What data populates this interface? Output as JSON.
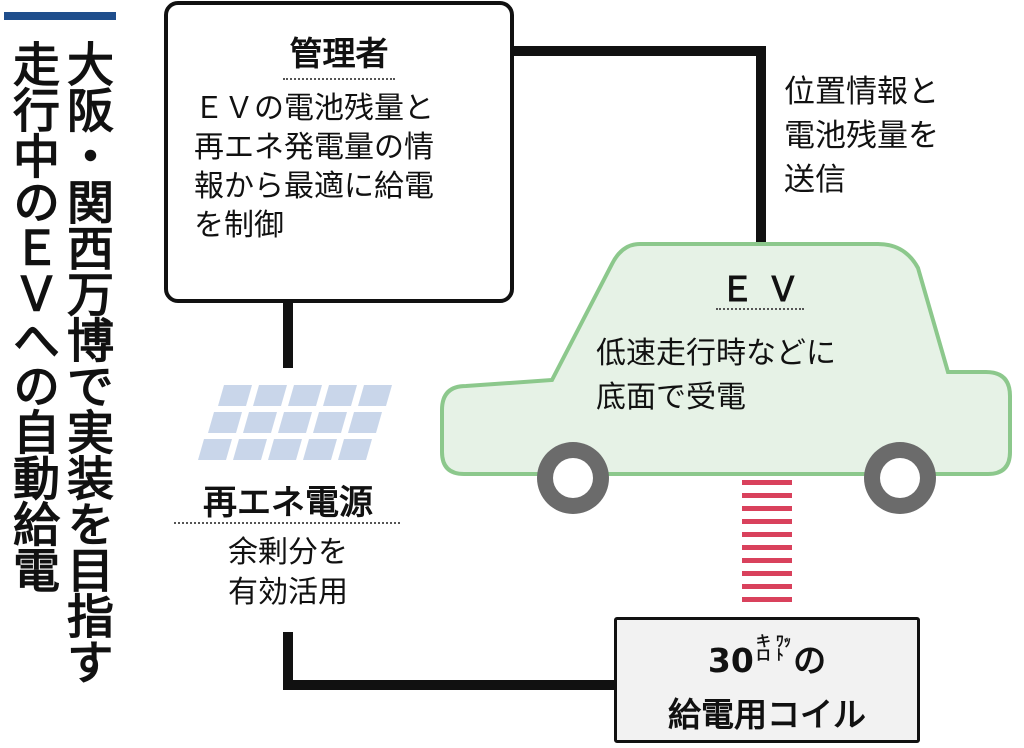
{
  "headline": {
    "column_right": "大阪・関西万博で実装を目指す",
    "column_left": "走行中のＥＶへの自動給電"
  },
  "manager": {
    "title": "管理者",
    "lines": [
      "ＥＶの電池残量と",
      "再エネ発電量の情",
      "報から最適に給電",
      "を制御"
    ]
  },
  "transmit": {
    "lines": [
      "位置情報と",
      "電池残量を",
      "送信"
    ]
  },
  "ev": {
    "title": "Ｅ Ｖ",
    "lines": [
      "低速走行時などに",
      "底面で受電"
    ]
  },
  "renewable": {
    "title": "再エネ電源",
    "lines": [
      "余剰分を",
      "有効活用"
    ]
  },
  "coil": {
    "number": "30",
    "unit_top": "キ ﾜｯ",
    "unit_bottom": "ロ ﾄ",
    "suffix": "の",
    "line2": "給電用コイル"
  },
  "colors": {
    "headline_rule": "#1f4e8c",
    "car_fill": "#e6f2e6",
    "car_stroke": "#8cc88c",
    "wheel": "#6b6b6b",
    "solar_panel": "#c9d6ea",
    "induction": "#d9415c",
    "coil_fill": "#f2f2f2"
  }
}
